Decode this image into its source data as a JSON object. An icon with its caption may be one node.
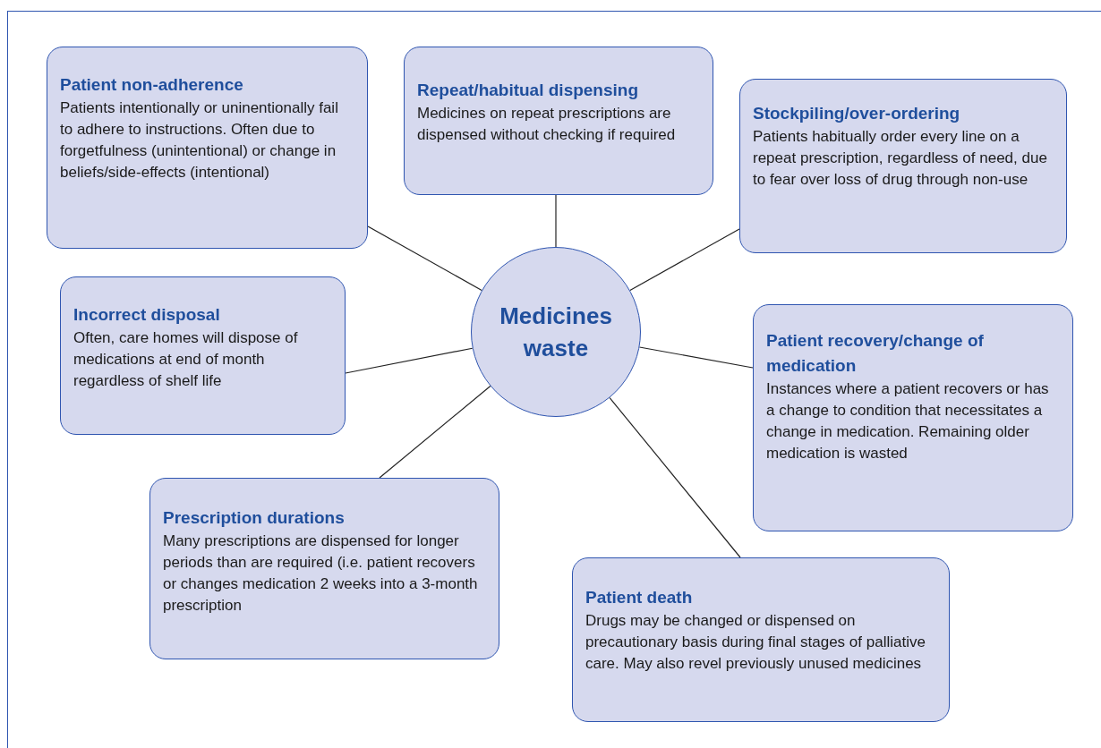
{
  "diagram": {
    "nodes": [
      {
        "text": [
          "Medicines waste"
        ]
      },
      {
        "text": [
          "Patient non-adherence",
          "Patients intentionally or uninentionally fail to adhere to instructions. Often due to forgetfulness (unintentional) or change in beliefs/side-effects (intentional)"
        ]
      },
      {
        "text": [
          "Repeat/habitual dispensing",
          "Medicines on repeat prescriptions are dispensed without checking if required"
        ]
      },
      {
        "text": [
          "Stockpiling/over-ordering",
          "Patients habitually order every line on a repeat prescription, regardless of need, due to fear over loss of drug through non-use"
        ]
      },
      {
        "text": [
          "Incorrect disposal",
          "Often, care homes will dispose of medications at end of month regardless of shelf life"
        ]
      },
      {
        "text": [
          "Patient recovery/change of medication",
          "Instances where a patient recovers or has a change to condition that necessitates a change in medication. Remaining older medication is wasted"
        ]
      },
      {
        "text": [
          "Prescription durations",
          "Many prescriptions are dispensed for longer periods than are required (i.e. patient recovers or changes medication 2 weeks into a 3-month prescription"
        ]
      },
      {
        "text": [
          "Patient death",
          "Drugs may be changed or dispensed on precautionary basis during final stages of palliative care. May also revel previously unused medicines"
        ]
      }
    ],
    "edges": [
      {
        "from": 0,
        "to": 1,
        "arrow": "none"
      },
      {
        "from": 0,
        "to": 2,
        "arrow": "none"
      },
      {
        "from": 0,
        "to": 3,
        "arrow": "none"
      },
      {
        "from": 0,
        "to": 4,
        "arrow": "none"
      },
      {
        "from": 0,
        "to": 5,
        "arrow": "none"
      },
      {
        "from": 0,
        "to": 6,
        "arrow": "none"
      },
      {
        "from": 0,
        "to": 7,
        "arrow": "none"
      }
    ]
  }
}
